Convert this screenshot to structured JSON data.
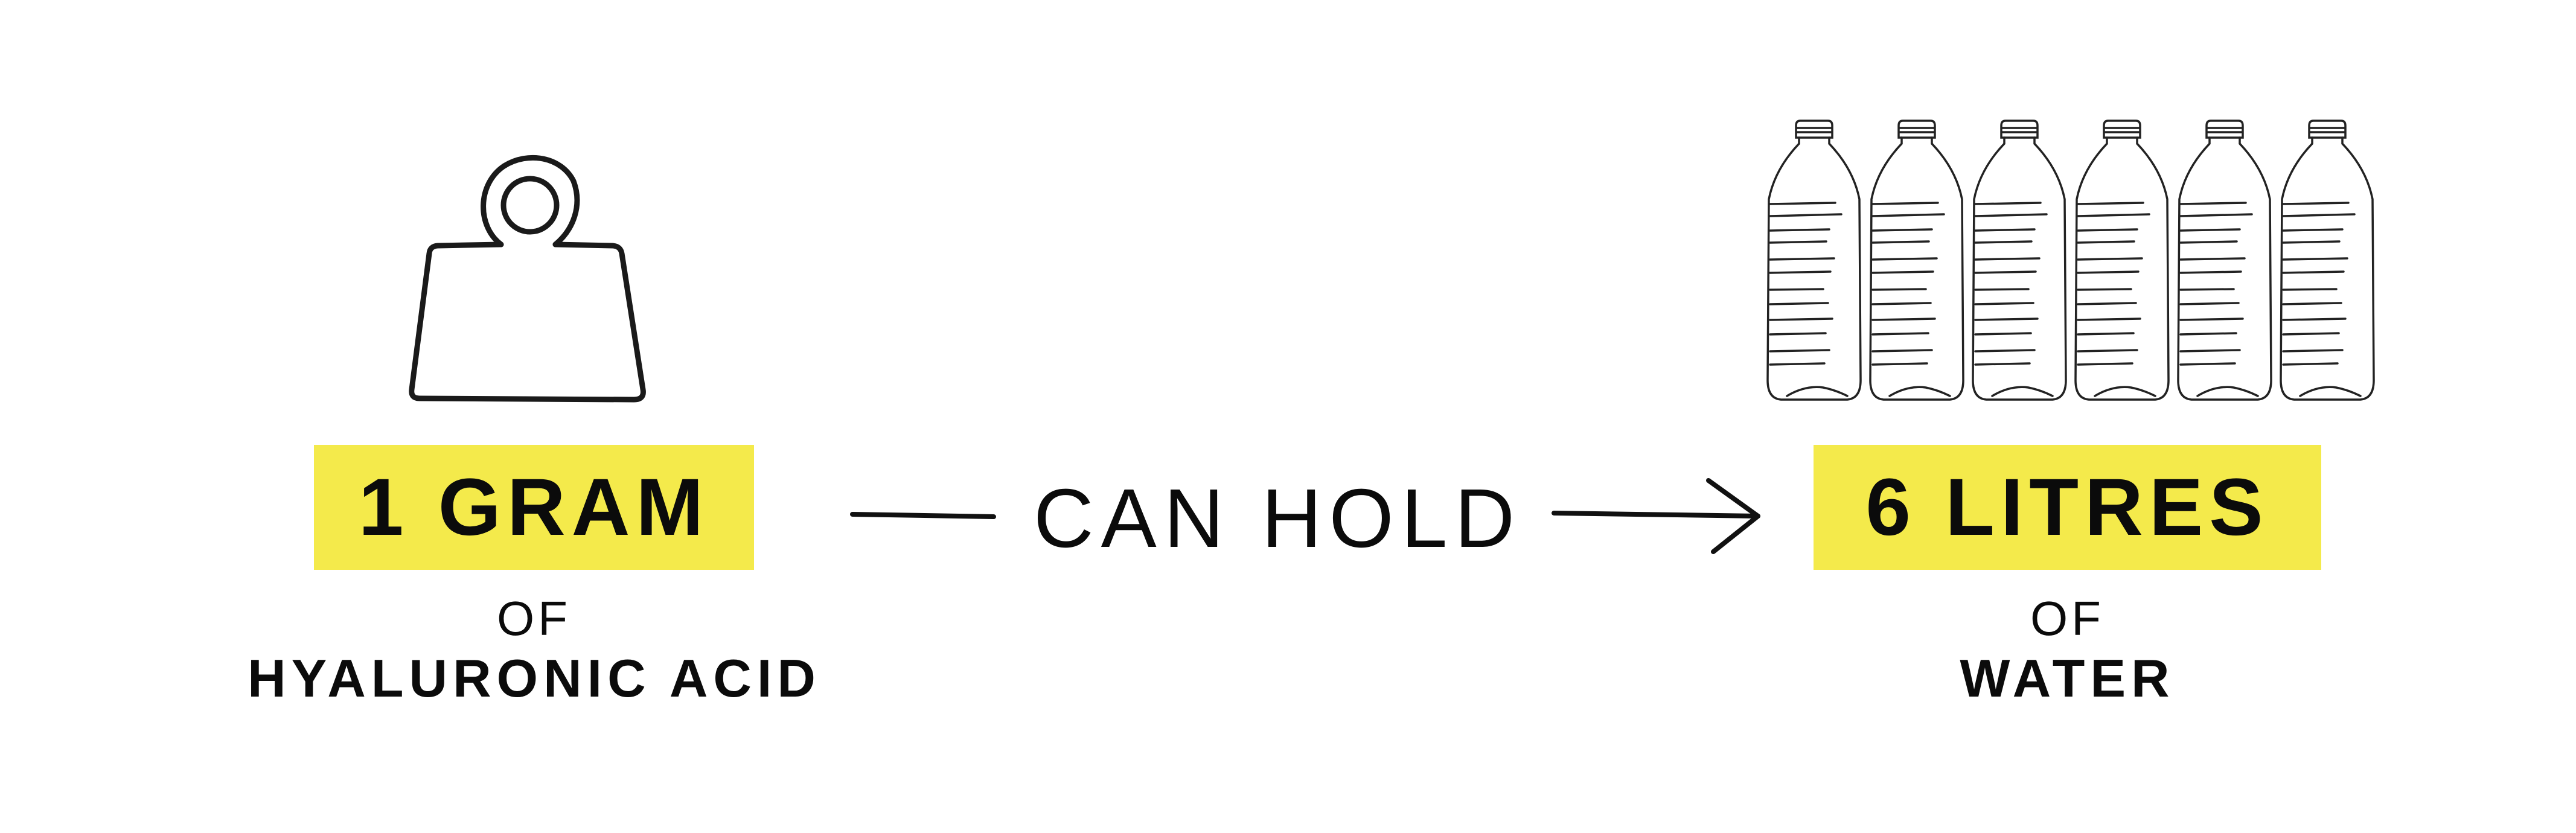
{
  "left": {
    "icon": "weight-icon",
    "amount": "1 GRAM",
    "of": "OF",
    "substance": "HYALURONIC ACID"
  },
  "middle": {
    "connector": "CAN HOLD",
    "icon": "arrow-right-icon"
  },
  "right": {
    "icon": "water-bottle-icon",
    "bottle_count": 6,
    "amount": "6 LITRES",
    "of": "OF",
    "substance": "WATER"
  },
  "colors": {
    "highlight": "#f4ea4b",
    "ink": "#0b0b0b"
  }
}
